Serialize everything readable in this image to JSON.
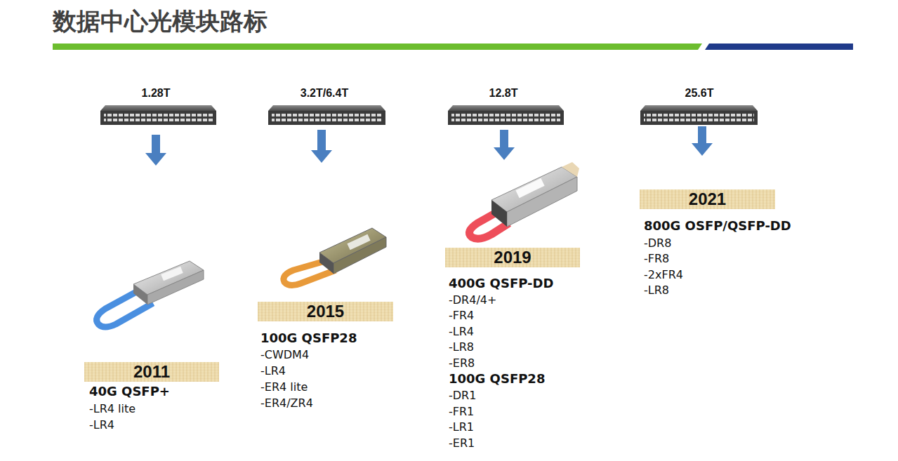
{
  "diagram": {
    "title": "数据中心光模块路标",
    "nodes": [
      {
        "text": [
          "2011"
        ]
      },
      {
        "text": [
          "2015"
        ]
      },
      {
        "text": [
          "2019"
        ]
      },
      {
        "text": [
          "2021"
        ]
      }
    ],
    "labels": [
      "1.28T",
      "3.2T/6.4T",
      "12.8T",
      "25.6T",
      "40G QSFP+",
      "-LR4 lite",
      "-LR4",
      "100G QSFP28",
      "-CWDM4",
      "-LR4",
      "-ER4 lite",
      "-ER4/ZR4",
      "400G QSFP-DD",
      "-DR4/4+",
      "-FR4",
      "-LR4",
      "-LR8",
      "-ER8",
      "100G QSFP28",
      "-DR1",
      "-FR1",
      "-LR1",
      "-ER1",
      "800G OSFP/QSFP-DD",
      "-DR8",
      "-FR8",
      "-2xFR4",
      "-LR8"
    ]
  }
}
